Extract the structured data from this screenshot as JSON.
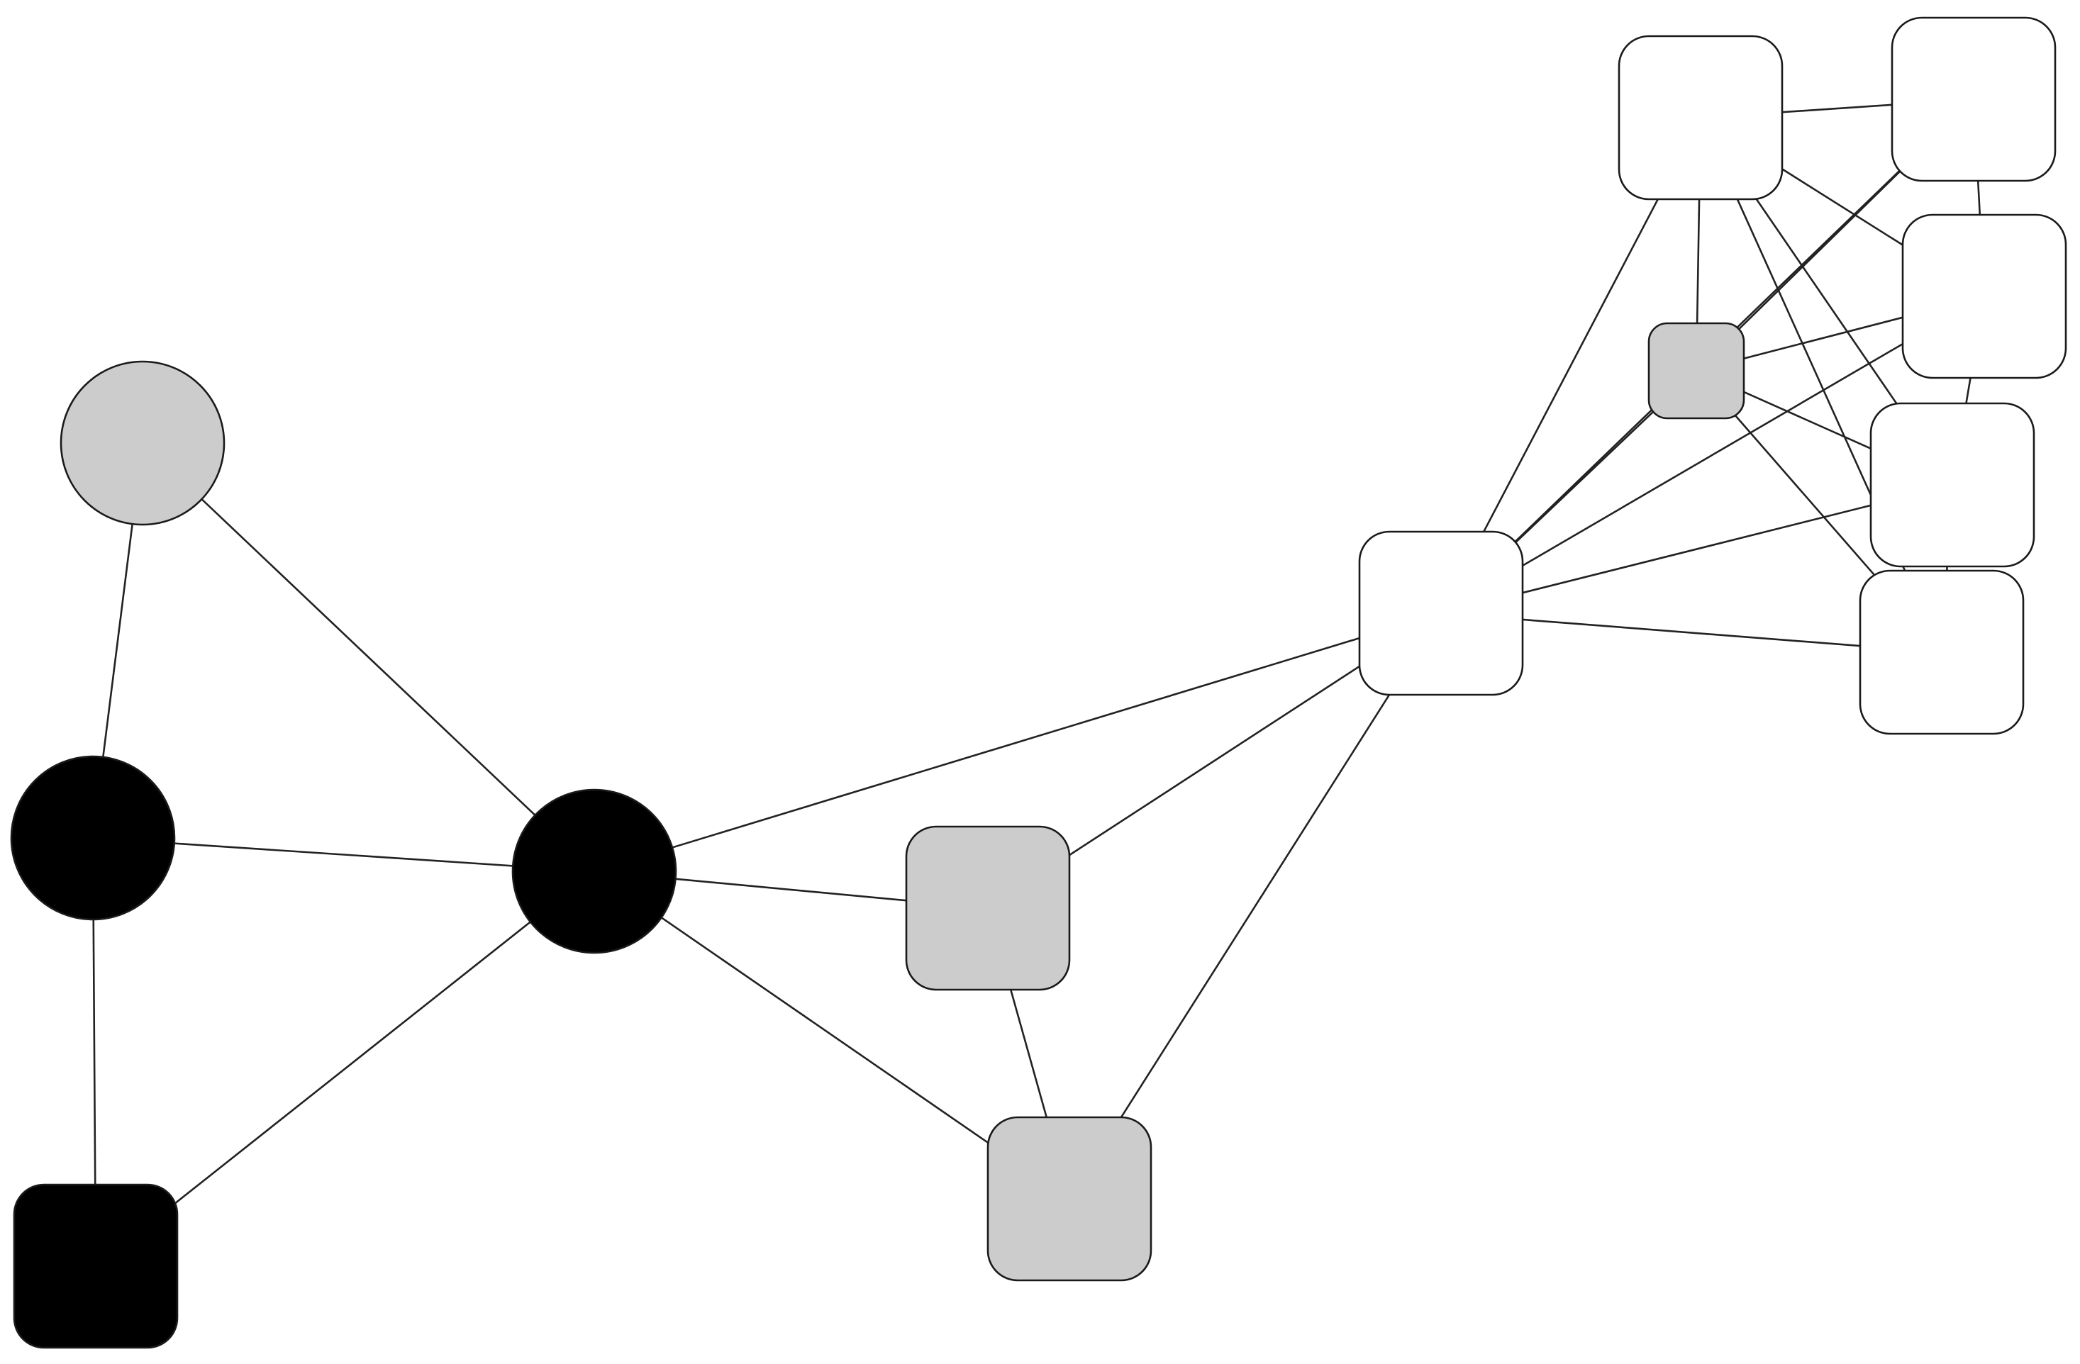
{
  "diagram": {
    "type": "network-graph",
    "colors": {
      "black": "#000000",
      "gray": "#cccccc",
      "white": "#ffffff",
      "edge": "#222222",
      "background": "#ffffff"
    },
    "nodes": [
      {
        "id": "c-gray",
        "shape": "circle",
        "fill": "gray"
      },
      {
        "id": "c-black-left",
        "shape": "circle",
        "fill": "black"
      },
      {
        "id": "c-black-hub",
        "shape": "circle",
        "fill": "black"
      },
      {
        "id": "s-black",
        "shape": "rounded-square",
        "fill": "black"
      },
      {
        "id": "s-gray-1",
        "shape": "rounded-square",
        "fill": "gray"
      },
      {
        "id": "s-gray-2",
        "shape": "rounded-square",
        "fill": "gray"
      },
      {
        "id": "s-white-hub",
        "shape": "rounded-square",
        "fill": "white"
      },
      {
        "id": "s-gray-small",
        "shape": "rounded-square",
        "fill": "gray"
      },
      {
        "id": "s-white-a",
        "shape": "rounded-square",
        "fill": "white"
      },
      {
        "id": "s-white-b",
        "shape": "rounded-square",
        "fill": "white"
      },
      {
        "id": "s-white-c",
        "shape": "rounded-square",
        "fill": "white"
      },
      {
        "id": "s-white-d",
        "shape": "rounded-square",
        "fill": "white"
      },
      {
        "id": "s-white-e",
        "shape": "rounded-square",
        "fill": "white"
      }
    ],
    "edges": [
      [
        "c-gray",
        "c-black-left"
      ],
      [
        "c-gray",
        "c-black-hub"
      ],
      [
        "c-black-left",
        "c-black-hub"
      ],
      [
        "c-black-left",
        "s-black"
      ],
      [
        "s-black",
        "c-black-hub"
      ],
      [
        "c-black-hub",
        "s-gray-1"
      ],
      [
        "c-black-hub",
        "s-gray-2"
      ],
      [
        "c-black-hub",
        "s-white-hub"
      ],
      [
        "s-gray-1",
        "s-gray-2"
      ],
      [
        "s-gray-1",
        "s-white-hub"
      ],
      [
        "s-gray-2",
        "s-white-hub"
      ],
      [
        "s-white-hub",
        "s-white-a"
      ],
      [
        "s-white-hub",
        "s-gray-small"
      ],
      [
        "s-white-hub",
        "s-white-b"
      ],
      [
        "s-white-hub",
        "s-white-c"
      ],
      [
        "s-white-hub",
        "s-white-d"
      ],
      [
        "s-white-hub",
        "s-white-e"
      ],
      [
        "s-white-a",
        "s-white-b"
      ],
      [
        "s-white-a",
        "s-white-c"
      ],
      [
        "s-white-a",
        "s-gray-small"
      ],
      [
        "s-white-a",
        "s-white-d"
      ],
      [
        "s-white-a",
        "s-white-e"
      ],
      [
        "s-gray-small",
        "s-white-b"
      ],
      [
        "s-gray-small",
        "s-white-c"
      ],
      [
        "s-gray-small",
        "s-white-d"
      ],
      [
        "s-gray-small",
        "s-white-e"
      ],
      [
        "s-white-b",
        "s-white-c"
      ],
      [
        "s-white-c",
        "s-white-d"
      ],
      [
        "s-white-d",
        "s-white-e"
      ]
    ]
  }
}
